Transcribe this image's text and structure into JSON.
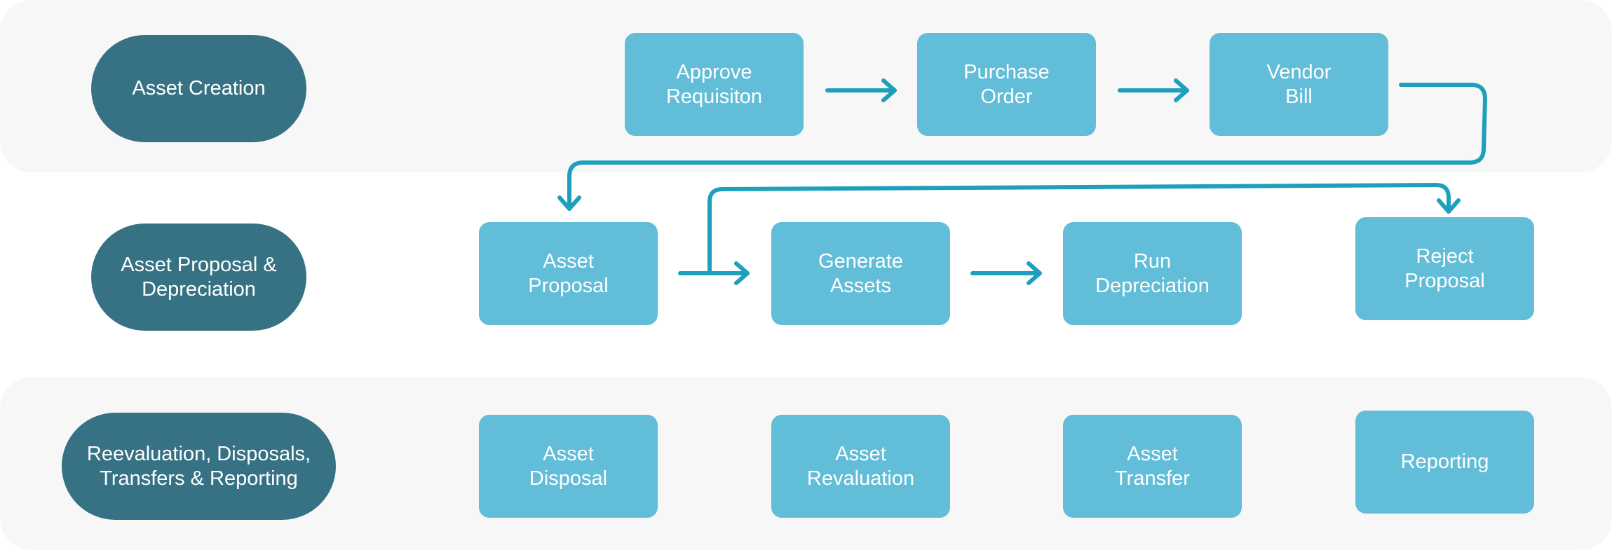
{
  "colors": {
    "band": "#f7f7f7",
    "stage": "#367284",
    "step": "#62bdd8",
    "arrow": "#1e9fbb",
    "text": "#ffffff"
  },
  "stages": {
    "creation": "Asset Creation",
    "proposal": "Asset Proposal &\nDepreciation",
    "other": "Reevaluation, Disposals,\nTransfers & Reporting"
  },
  "steps": {
    "approve_requisition": "Approve\nRequisiton",
    "purchase_order": "Purchase\nOrder",
    "vendor_bill": "Vendor\nBill",
    "asset_proposal": "Asset\nProposal",
    "generate_assets": "Generate\nAssets",
    "run_depreciation": "Run\nDepreciation",
    "reject_proposal": "Reject\nProposal",
    "asset_disposal": "Asset\nDisposal",
    "asset_revaluation": "Asset\nRevaluation",
    "asset_transfer": "Asset\nTransfer",
    "reporting": "Reporting"
  }
}
